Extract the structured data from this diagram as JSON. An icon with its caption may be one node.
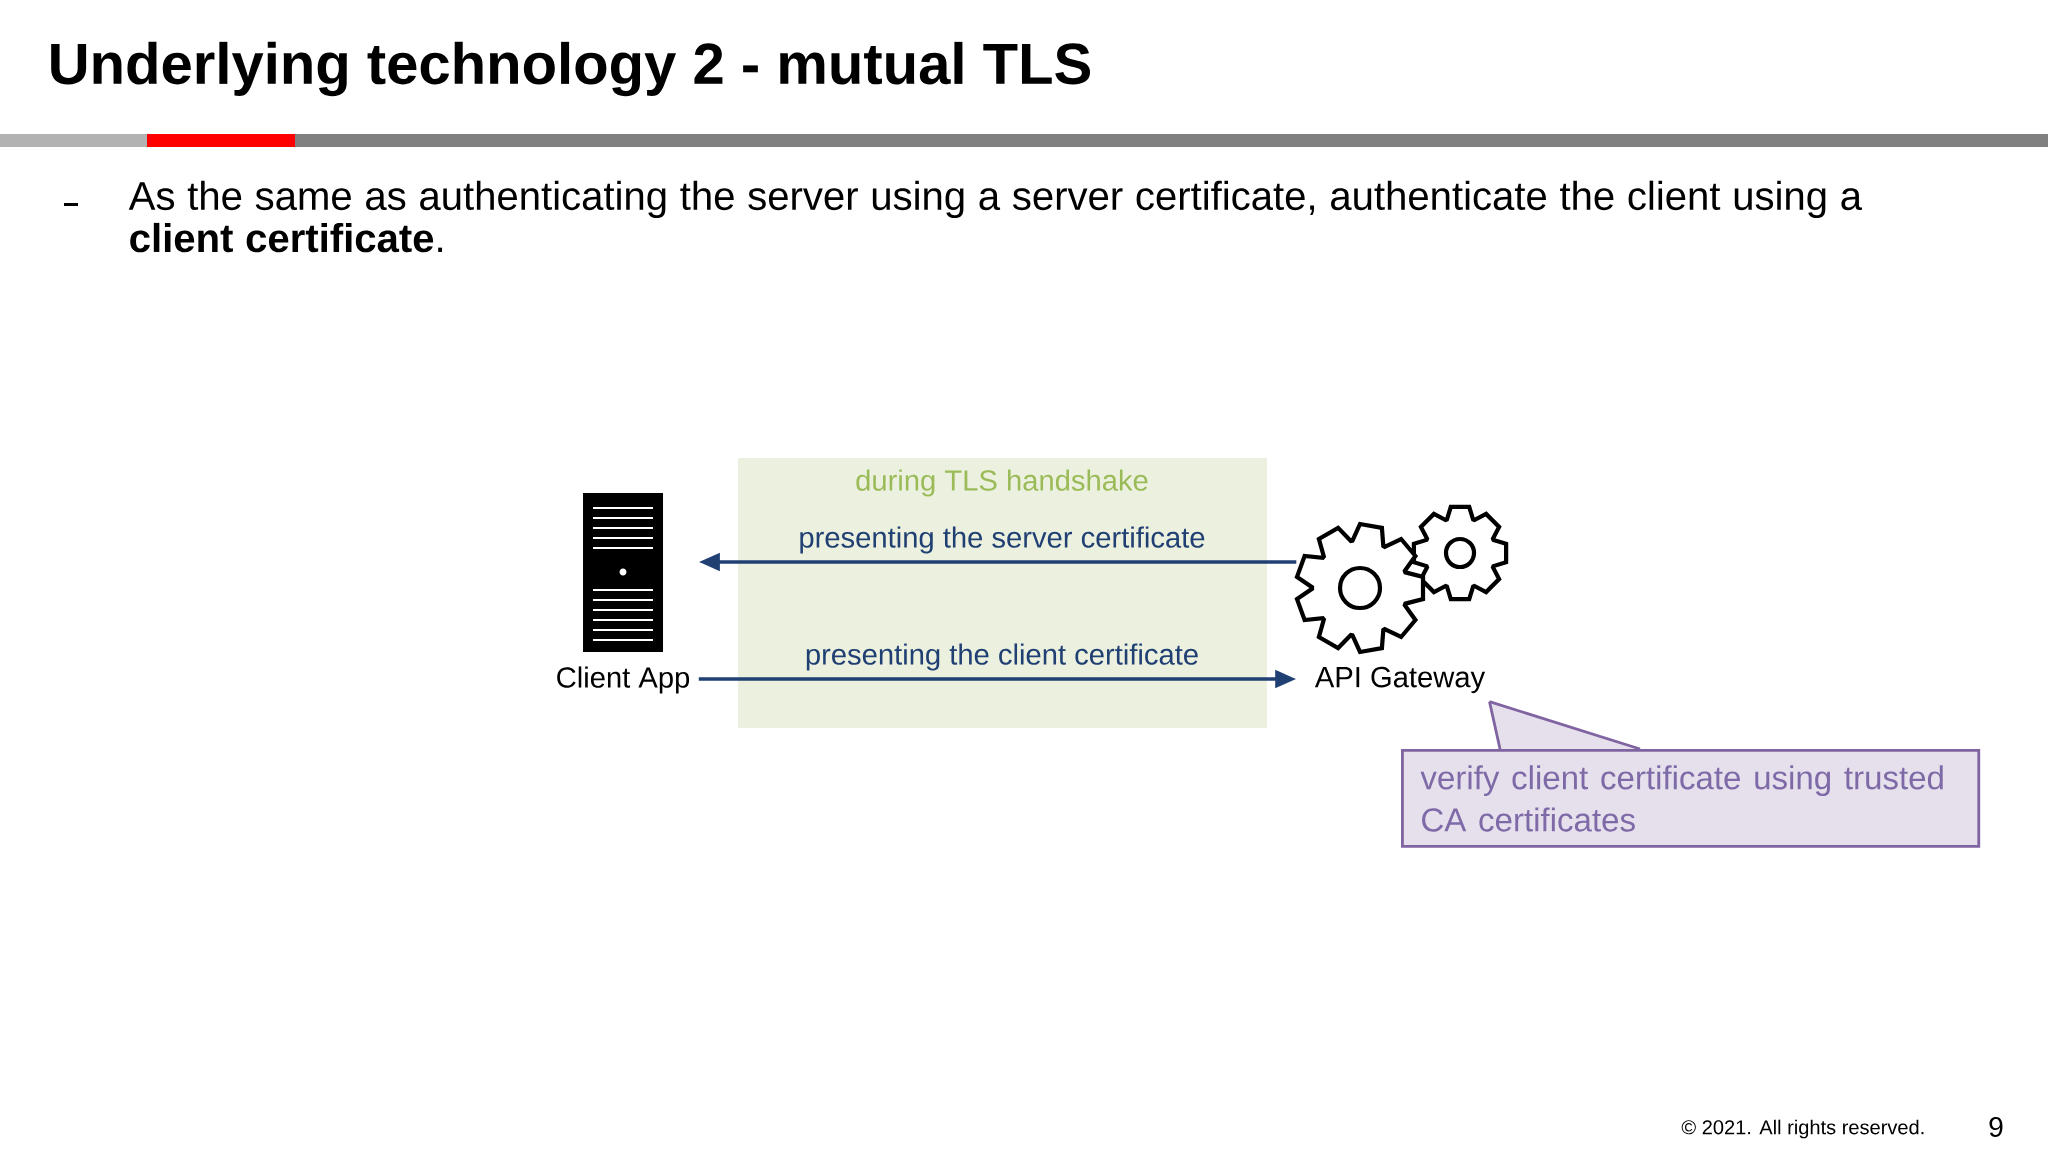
{
  "diagram": {
    "title": "Underlying technology 2 - mutual TLS",
    "nodes": [
      {
        "text": [
          "Client App"
        ]
      },
      {
        "text": [
          "API Gateway"
        ]
      },
      {
        "text": [
          "verify client certificate using trusted CA certificates"
        ]
      }
    ],
    "edges": [
      {
        "from": 1,
        "to": 0,
        "arrow": "to",
        "label": "presenting the server certificate"
      },
      {
        "from": 0,
        "to": 1,
        "arrow": "to",
        "label": "presenting the client certificate"
      },
      {
        "from": 2,
        "to": 1,
        "arrow": "none",
        "color": "#8064a2"
      }
    ],
    "labels": [
      "As the same as authenticating the server using a server certificate, authenticate the client using a **client certificate**.",
      "during TLS handshake",
      "© 2021. All rights reserved.",
      "9"
    ]
  }
}
